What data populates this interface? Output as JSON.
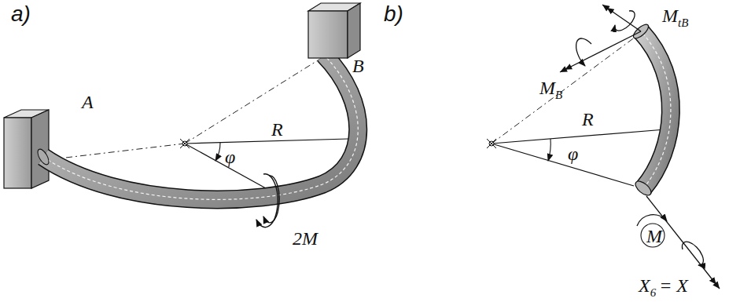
{
  "diagram": {
    "labels": [
      "a)",
      "b)",
      "A",
      "B",
      "φ",
      "R",
      "2M",
      "φ",
      "R",
      "M",
      "tB",
      "M",
      "B",
      "M",
      "X",
      "6",
      "= X"
    ]
  }
}
